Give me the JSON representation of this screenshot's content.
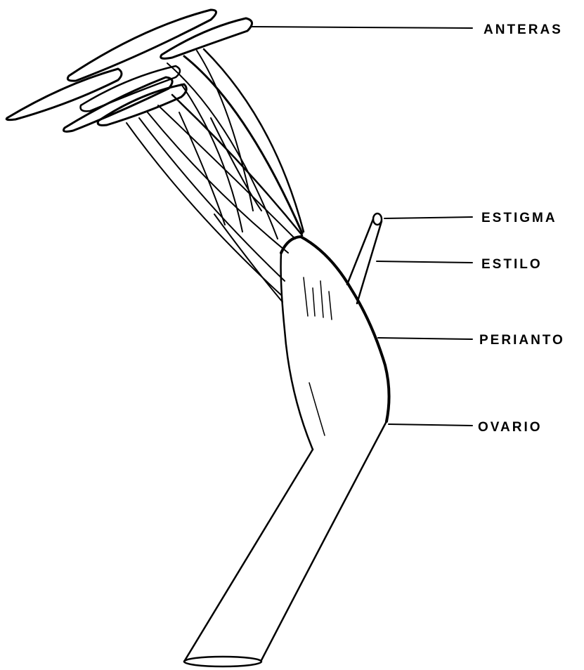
{
  "labels": {
    "anteras": "ANTERAS",
    "estigma": "ESTIGMA",
    "estilo": "ESTILO",
    "perianto": "PERIANTO",
    "ovario": "OVARIO"
  },
  "colors": {
    "ink": "#000000",
    "background": "#ffffff"
  }
}
